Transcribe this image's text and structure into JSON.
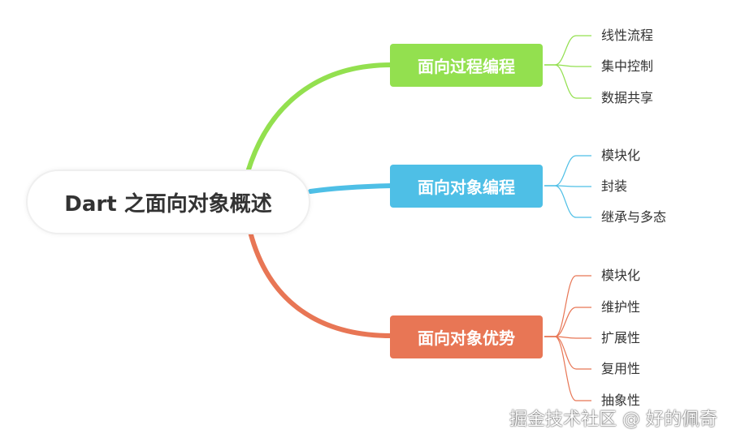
{
  "root": {
    "label": "Dart 之面向对象概述"
  },
  "branches": [
    {
      "label": "面向过程编程",
      "color": "#93e04f",
      "leaves": [
        "线性流程",
        "集中控制",
        "数据共享"
      ]
    },
    {
      "label": "面向对象编程",
      "color": "#4ebfe6",
      "leaves": [
        "模块化",
        "封装",
        "继承与多态"
      ]
    },
    {
      "label": "面向对象优势",
      "color": "#e87655",
      "leaves": [
        "模块化",
        "维护性",
        "扩展性",
        "复用性",
        "抽象性"
      ]
    }
  ],
  "watermark": "掘金技术社区 @ 好的佩奇"
}
